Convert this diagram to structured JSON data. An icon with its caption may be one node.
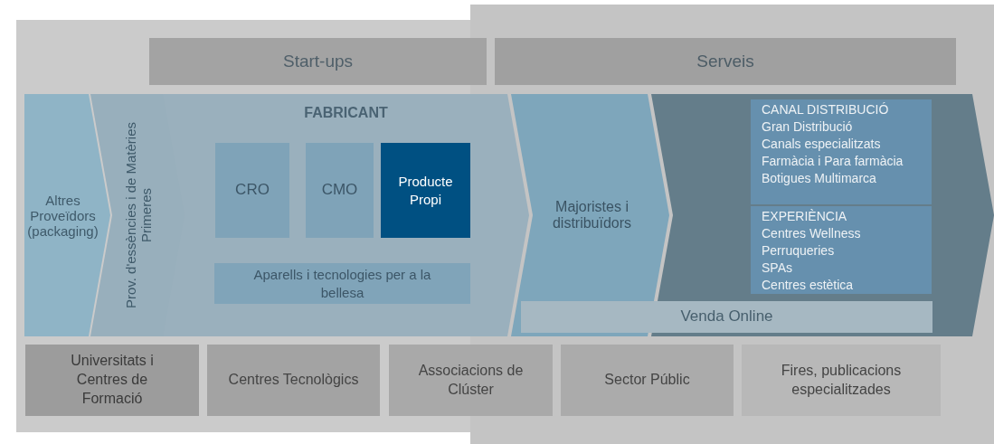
{
  "diagram": {
    "nodes": [
      {
        "text": [
          "Start-ups"
        ]
      },
      {
        "text": [
          "Serveis"
        ]
      },
      {
        "text": [
          "Altres Proveïdors (packaging)"
        ]
      },
      {
        "text": [
          "Prov. d'essències i de Matèries Primeres"
        ]
      },
      {
        "text": [
          "FABRICANT"
        ]
      },
      {
        "text": [
          "CRO"
        ],
        "in": 4
      },
      {
        "text": [
          "CMO"
        ],
        "in": 4
      },
      {
        "text": [
          "Producte Propi"
        ],
        "in": 4
      },
      {
        "text": [
          "Aparells i tecnologies per a la bellesa"
        ],
        "in": 4
      },
      {
        "text": [
          "Majoristes i distribuïdors"
        ]
      },
      {
        "text": [],
        "shape": "chevron"
      },
      {
        "text": [
          "CANAL DISTRIBUCIÓ",
          "Gran Distribució",
          "Canals especialitzats",
          "Farmàcia i Para farmàcia",
          "Botigues Multimarca"
        ],
        "in": 10
      },
      {
        "text": [
          "EXPERIÈNCIA",
          "Centres Wellness",
          "Perruqueries",
          "SPAs",
          "Centres estètica"
        ],
        "in": 10
      },
      {
        "text": [
          "Venda Online"
        ]
      },
      {
        "text": [
          "Universitats i Centres de Formació"
        ]
      },
      {
        "text": [
          "Centres Tecnològics"
        ]
      },
      {
        "text": [
          "Associacions de Clúster"
        ]
      },
      {
        "text": [
          "Sector Públic"
        ]
      },
      {
        "text": [
          "Fires, publicacions especialitzades"
        ]
      }
    ]
  }
}
